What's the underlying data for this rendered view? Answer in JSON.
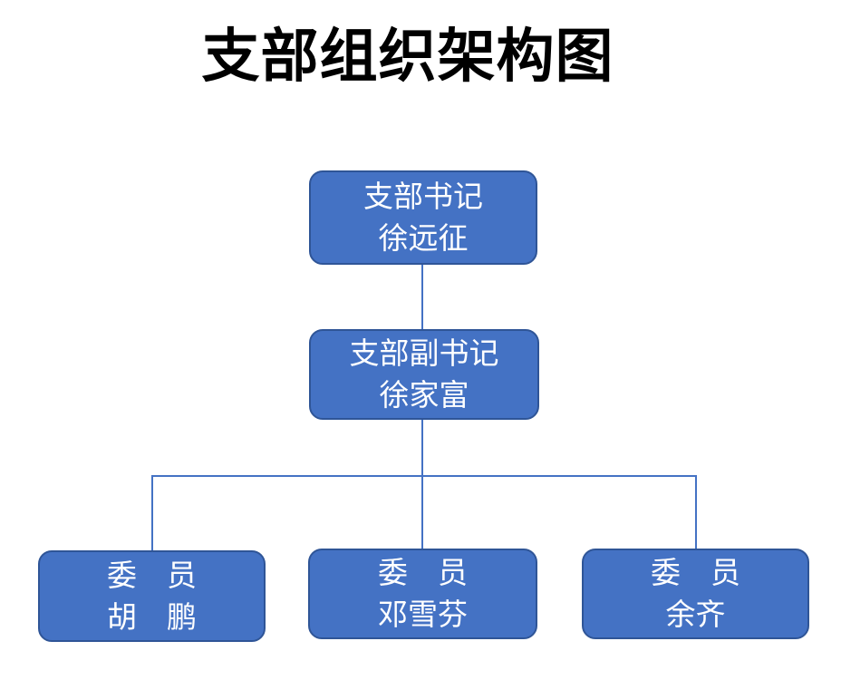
{
  "page": {
    "title": "支部组织架构图",
    "background": "#FFFFFF"
  },
  "theme": {
    "box_fill": "#4472C4",
    "box_border": "#2F5597",
    "box_text_color": "#FFFFFF",
    "connector_color": "#4472C4",
    "title_color": "#000000",
    "page_bg": "#FFFFFF"
  },
  "org_chart": {
    "type": "org-tree",
    "nodes": [
      {
        "role": "支部书记",
        "name": "徐远征"
      },
      {
        "role": "支部副书记",
        "name": "徐家富"
      },
      {
        "role": "委　员",
        "name": "胡　鹏"
      },
      {
        "role": "委　员",
        "name": "邓雪芬"
      },
      {
        "role": "委　员",
        "name": "余齐"
      }
    ]
  }
}
